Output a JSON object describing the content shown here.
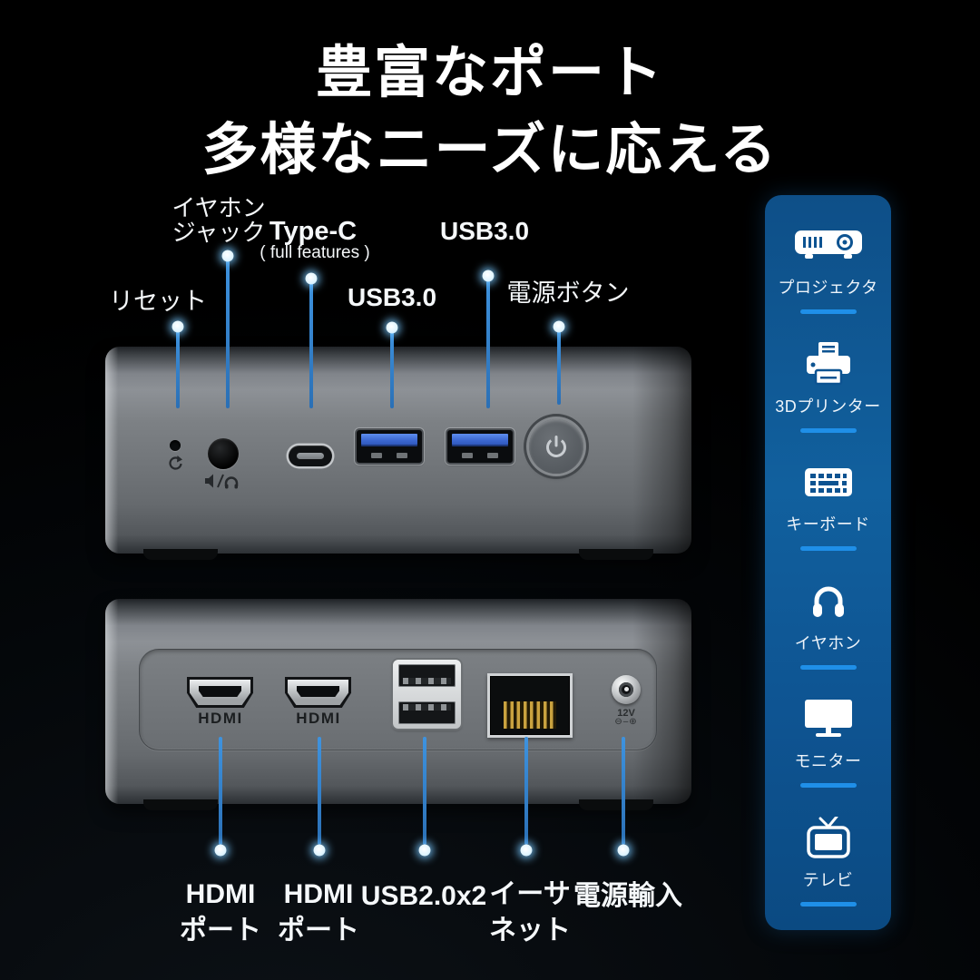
{
  "title": {
    "line1": "豊富なポート",
    "line2": "多様なニーズに応える"
  },
  "front_callouts": {
    "reset": {
      "label": "リセット"
    },
    "earphone": {
      "label_line1": "イヤホン",
      "label_line2": "ジャック"
    },
    "typec": {
      "label": "Type-C",
      "sublabel": "( full features )"
    },
    "usb3_left": {
      "label": "USB3.0"
    },
    "usb3_right": {
      "label": "USB3.0"
    },
    "power": {
      "label": "電源ボタン"
    }
  },
  "back_callouts": {
    "hdmi1": {
      "line1": "HDMI",
      "line2": "ポート"
    },
    "hdmi2": {
      "line1": "HDMI",
      "line2": "ポート"
    },
    "usb2": {
      "label": "USB2.0x2"
    },
    "ethernet": {
      "line1": "イーサ",
      "line2": "ネット"
    },
    "power_in": {
      "label": "電源輸入"
    }
  },
  "device_markings": {
    "hdmi_print": "HDMI",
    "dc_voltage": "12V",
    "dc_polarity": "⊖–⊕"
  },
  "sidebar": {
    "items": [
      {
        "icon": "projector-icon",
        "label": "プロジェクタ"
      },
      {
        "icon": "printer-icon",
        "label": "3Dプリンター"
      },
      {
        "icon": "keyboard-icon",
        "label": "キーボード"
      },
      {
        "icon": "headphones-icon",
        "label": "イヤホン"
      },
      {
        "icon": "monitor-icon",
        "label": "モニター"
      },
      {
        "icon": "tv-icon",
        "label": "テレビ"
      }
    ]
  },
  "colors": {
    "background": "#000000",
    "accent_line_blue": "#2f7fcb",
    "sidebar_blue": "#0e5492",
    "divider_blue": "#1f8fe8",
    "usb_tongue_blue": "#3a66cf"
  }
}
